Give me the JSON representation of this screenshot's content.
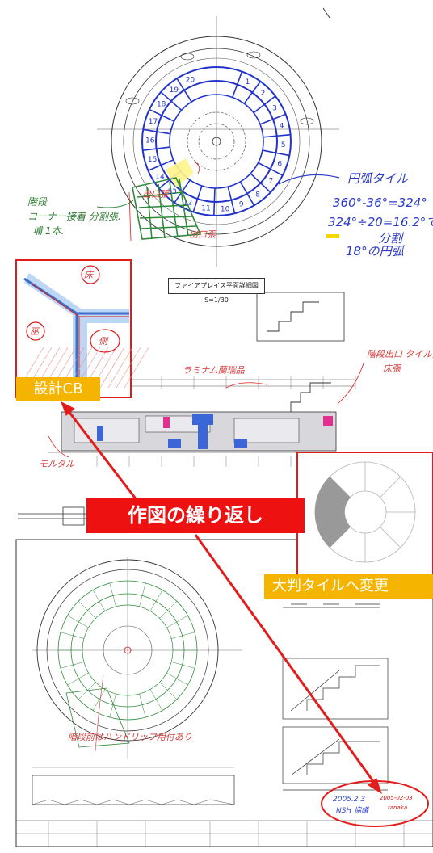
{
  "annotations": {
    "arc_tile": "円弧タイル",
    "calc_line1": "360°-36°=324°",
    "calc_line2": "324°÷20=16.2°で",
    "calc_line3": "分割",
    "arc18": "18°の円弧",
    "stairs_line1": "階段",
    "stairs_line2": "コーナー接着 分割張.",
    "stairs_line3": "埔 1本.",
    "mouth_left": "出口張",
    "mouth_right": "出口張",
    "lamina": "ラミナム蘭瑞品",
    "stair_note": "階段出口 タイル張り",
    "stair_note2": "床張",
    "mortar": "モルタル",
    "floor_mark": "床",
    "wall_mark": "巫",
    "side_mark": "側",
    "stamp_line1": "2005.2.3",
    "stamp_line2": "NSH 協議",
    "stamp_line3": "2005-02-03",
    "stamp_line4": "tanaka",
    "handrail": "階段前はハンドリップ用付あり"
  },
  "labels": {
    "design_cb": "設計CB",
    "repeat": "作図の繰り返し",
    "change": "大判タイルへ変更"
  },
  "drawing": {
    "plan_title": "ファイアプレイス平面詳細図 S=1/30"
  },
  "colors": {
    "blue_grid": "#2233cc",
    "green_grid": "#2e8b3a",
    "red_accent": "#e21b1b",
    "yellow": "#f5b400"
  }
}
